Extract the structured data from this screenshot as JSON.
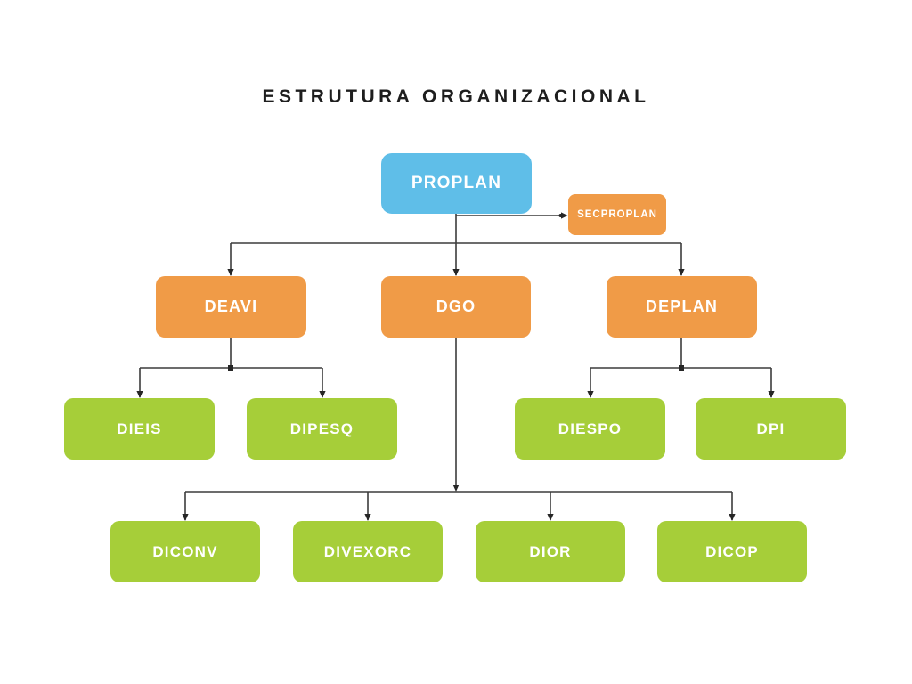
{
  "title": "ESTRUTURA ORGANIZACIONAL",
  "colors": {
    "background": "#FFFFFF",
    "title_text": "#1E1E1E",
    "node_text": "#FFFFFF",
    "connector": "#3C3C3C",
    "root_blue": "#5FBEE8",
    "department_orange": "#F09B47",
    "division_green": "#A6CE39"
  },
  "nodes": {
    "proplan": {
      "label": "PROPLAN",
      "color": "#5FBEE8",
      "level": 1
    },
    "secproplan": {
      "label": "SECPROPLAN",
      "color": "#F09B47",
      "level": 1
    },
    "deavi": {
      "label": "DEAVI",
      "color": "#F09B47",
      "level": 2
    },
    "dgo": {
      "label": "DGO",
      "color": "#F09B47",
      "level": 2
    },
    "deplan": {
      "label": "DEPLAN",
      "color": "#F09B47",
      "level": 2
    },
    "dieis": {
      "label": "DIEIS",
      "color": "#A6CE39",
      "level": 3
    },
    "dipesq": {
      "label": "DIPESQ",
      "color": "#A6CE39",
      "level": 3
    },
    "diespo": {
      "label": "DIESPO",
      "color": "#A6CE39",
      "level": 3
    },
    "dpi": {
      "label": "DPI",
      "color": "#A6CE39",
      "level": 3
    },
    "diconv": {
      "label": "DICONV",
      "color": "#A6CE39",
      "level": 3
    },
    "divexorc": {
      "label": "DIVEXORC",
      "color": "#A6CE39",
      "level": 3
    },
    "dior": {
      "label": "DIOR",
      "color": "#A6CE39",
      "level": 3
    },
    "dicop": {
      "label": "DICOP",
      "color": "#A6CE39",
      "level": 3
    }
  },
  "edges": [
    {
      "from": "PROPLAN",
      "to": "SECPROPLAN"
    },
    {
      "from": "PROPLAN",
      "to": "DEAVI"
    },
    {
      "from": "PROPLAN",
      "to": "DGO"
    },
    {
      "from": "PROPLAN",
      "to": "DEPLAN"
    },
    {
      "from": "DEAVI",
      "to": "DIEIS"
    },
    {
      "from": "DEAVI",
      "to": "DIPESQ"
    },
    {
      "from": "DEPLAN",
      "to": "DIESPO"
    },
    {
      "from": "DEPLAN",
      "to": "DPI"
    },
    {
      "from": "DGO",
      "to": "DICONV"
    },
    {
      "from": "DGO",
      "to": "DIVEXORC"
    },
    {
      "from": "DGO",
      "to": "DIOR"
    },
    {
      "from": "DGO",
      "to": "DICOP"
    }
  ]
}
